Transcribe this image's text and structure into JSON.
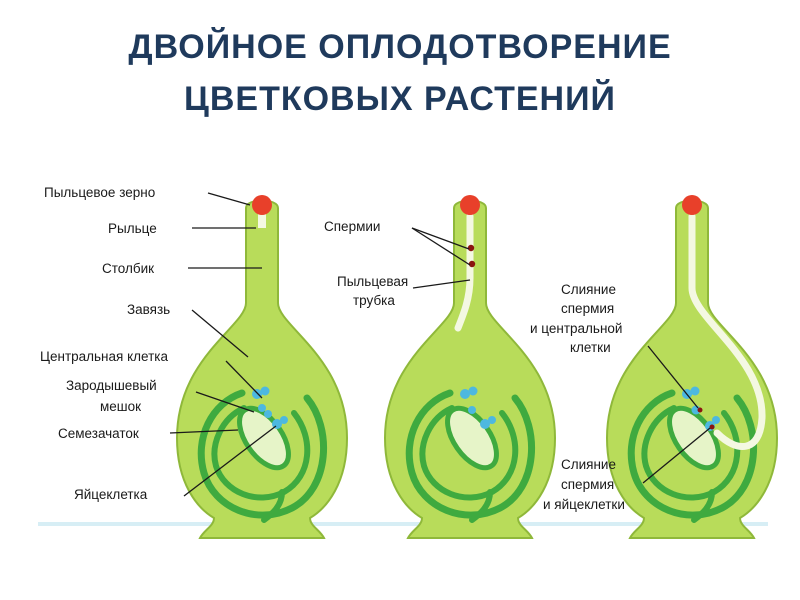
{
  "title": {
    "line1": "ДВОЙНОЕ ОПЛОДОТВОРЕНИЕ",
    "line2": "ЦВЕТКОВЫХ РАСТЕНИЙ"
  },
  "labels": {
    "pollen_grain": "Пыльцевое зерно",
    "stigma": "Рыльце",
    "style": "Столбик",
    "ovary": "Завязь",
    "central_cell": "Центральная клетка",
    "embryo_sac_1": "Зародышевый",
    "embryo_sac_2": "мешок",
    "ovule": "Семезачаток",
    "egg_cell": "Яйцеклетка",
    "sperm": "Спермии",
    "pollen_tube_1": "Пыльцевая",
    "pollen_tube_2": "трубка",
    "fusion_central_1": "Слияние",
    "fusion_central_2": "спермия",
    "fusion_central_3": "и центральной",
    "fusion_central_4": "клетки",
    "fusion_egg_1": "Слияние",
    "fusion_egg_2": "спермия",
    "fusion_egg_3": "и яйцеклетки"
  },
  "colors": {
    "title": "#1f3a5c",
    "pistil_fill": "#b8dc5a",
    "pistil_stroke": "#8fb83a",
    "ovule_fill": "#3faa3f",
    "embryo_sac_fill": "#e6f4c8",
    "pollen_grain": "#e8402a",
    "cell_blue": "#4db8e0",
    "pollen_tube": "#f4f8e2",
    "baseline": "#d7eef5"
  }
}
